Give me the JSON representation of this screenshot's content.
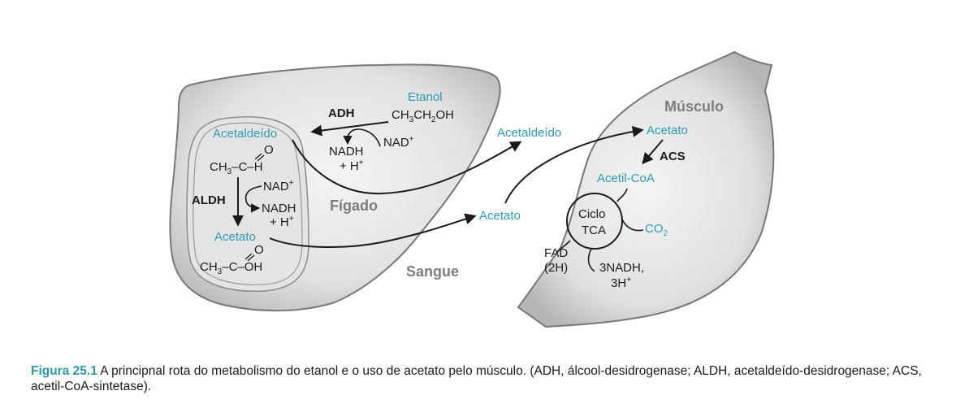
{
  "organs": {
    "liver": "Fígado",
    "blood": "Sangue",
    "muscle": "Músculo"
  },
  "liver": {
    "ethanol_label": "Etanol",
    "ethanol_formula": {
      "a": "CH",
      "s1": "3",
      "b": "CH",
      "s2": "2",
      "c": "OH"
    },
    "adh": "ADH",
    "nad_plus": "NAD",
    "nadh": "NADH",
    "h_plus": "+ H",
    "acetaldehyde": "Acetaldeído",
    "acetaldehyde_formula": {
      "ch3": "CH",
      "sub": "3",
      "rest": "–C–H",
      "oxygen": "O"
    },
    "aldh": "ALDH",
    "mito_nad_plus": "NAD",
    "mito_nadh": "NADH",
    "mito_h_plus": "+ H",
    "acetate": "Acetato",
    "acetate_formula": {
      "ch3": "CH",
      "sub": "3",
      "rest": "–C–OH",
      "oxygen": "O"
    }
  },
  "blood": {
    "acetaldehyde": "Acetaldeído",
    "acetate": "Acetato"
  },
  "muscle": {
    "acetate": "Acetato",
    "acs": "ACS",
    "acetyl_coa": "Acetil-CoA",
    "cycle_line1": "Ciclo",
    "cycle_line2": "TCA",
    "co2": "CO",
    "co2_sub": "2",
    "fad_line1": "FAD",
    "fad_line2": "(2H)",
    "nadh_line1": "3NADH,",
    "nadh_line2": "3H"
  },
  "superscript_plus": "+",
  "caption": {
    "figure_label": "Figura 25.1",
    "text": "A principnal rota do metabolismo do etanol e o uso de acetato pelo músculo. (ADH, álcool-desidrogenase; ALDH, acetaldeído-desidrogenase; ACS, acetil-CoA-sintetase)."
  },
  "colors": {
    "accent": "#2b9cb3",
    "organ_fill": "#d6d6d6",
    "organ_stroke": "#777777",
    "text": "#1a1a1a"
  }
}
